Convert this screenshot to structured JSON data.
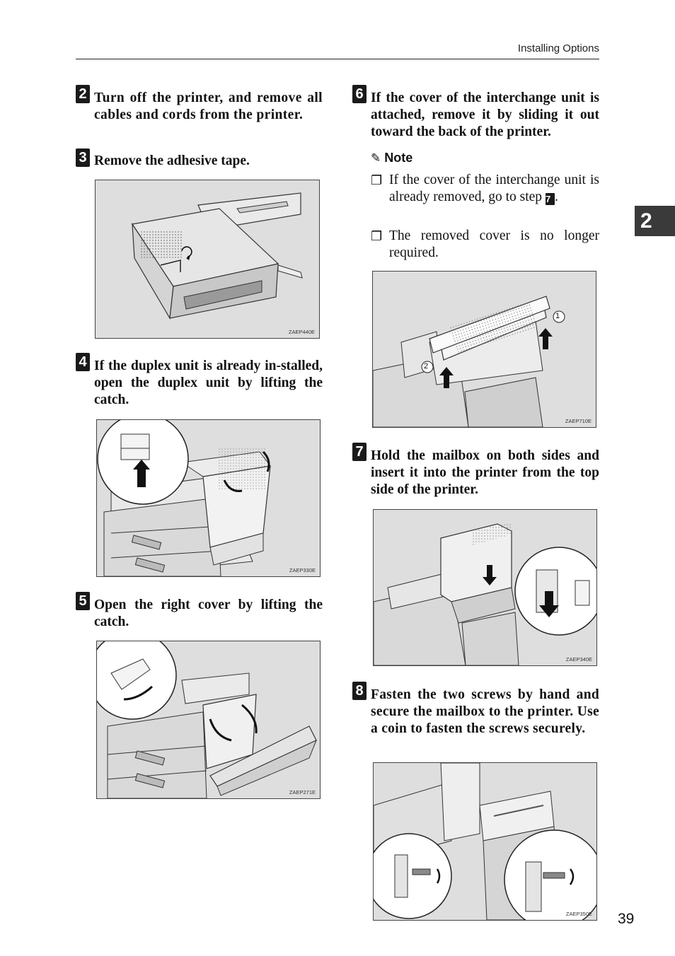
{
  "header": {
    "section": "Installing Options"
  },
  "chapter_tab": "2",
  "page_number": "39",
  "steps": [
    {
      "num": "2",
      "text": "Turn off the printer, and remove all cables and cords from the printer."
    },
    {
      "num": "3",
      "text": "Remove the adhesive tape."
    },
    {
      "num": "4",
      "text": "If the duplex unit is already in-stalled, open the duplex unit by lifting the catch."
    },
    {
      "num": "5",
      "text": "Open the right cover by lifting the catch."
    },
    {
      "num": "6",
      "text": "If the cover of the interchange unit is attached, remove it by sliding it out toward the back of the printer."
    },
    {
      "num": "7",
      "text": "Hold the mailbox on both sides and insert it into the printer from the top side of the printer."
    },
    {
      "num": "8",
      "text": "Fasten the two screws by hand and secure the mailbox to the printer. Use a coin to fasten the screws securely."
    }
  ],
  "note": {
    "heading": "Note",
    "items": [
      {
        "text_before": "If the cover of the interchange unit is already removed, go to step ",
        "step_ref": "7",
        "text_after": "."
      },
      {
        "text": "The removed cover is no longer required."
      }
    ]
  },
  "figures": [
    {
      "code": "ZAEP440E"
    },
    {
      "code": "ZAEP330E"
    },
    {
      "code": "ZAEP271E"
    },
    {
      "code": "ZAEP710E",
      "callouts": [
        "1",
        "2"
      ]
    },
    {
      "code": "ZAEP340E"
    },
    {
      "code": "ZAEP350E"
    }
  ]
}
